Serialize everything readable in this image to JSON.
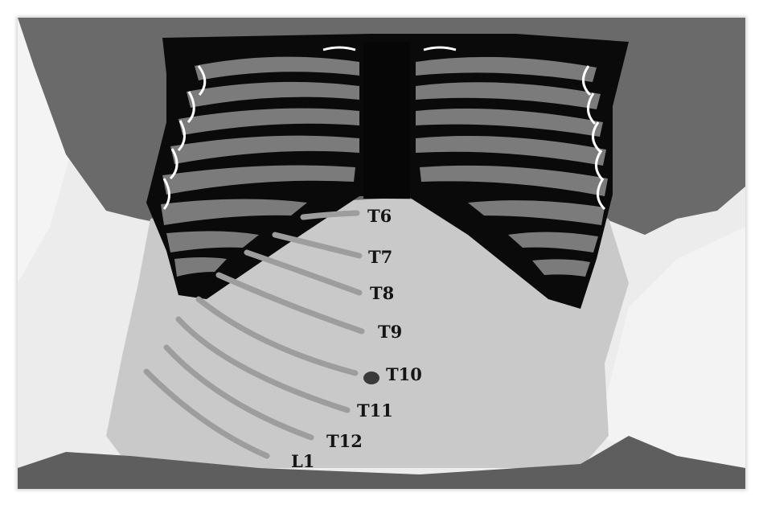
{
  "figure": {
    "labels": {
      "t6": "T6",
      "t7": "T7",
      "t8": "T8",
      "t9": "T9",
      "t10": "T10",
      "t11": "T11",
      "t12": "T12",
      "l1": "L1"
    }
  },
  "colors": {
    "background": "#e9e9e9",
    "shirt": "#6a6a6a",
    "skin": "#c9c9c9",
    "rib_cage": "#0a0a0a",
    "rib_fill": "#7b7b7b",
    "costal_joint": "#ffffff",
    "dermatome_line": "#9d9d9d",
    "label_text": "#151515"
  }
}
